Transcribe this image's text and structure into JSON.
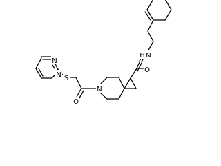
{
  "atoms": {
    "n_pyrimidine_top": "N",
    "n_pyrimidine_bottom": "N",
    "s_thioether": "S",
    "o_ketone": "O",
    "n_ring": "N",
    "n_amide": "H",
    "n_amide_h": "N",
    "o_amide": "O"
  },
  "colors": {
    "bond": "#000000",
    "label": "#000000",
    "background": "#ffffff"
  }
}
